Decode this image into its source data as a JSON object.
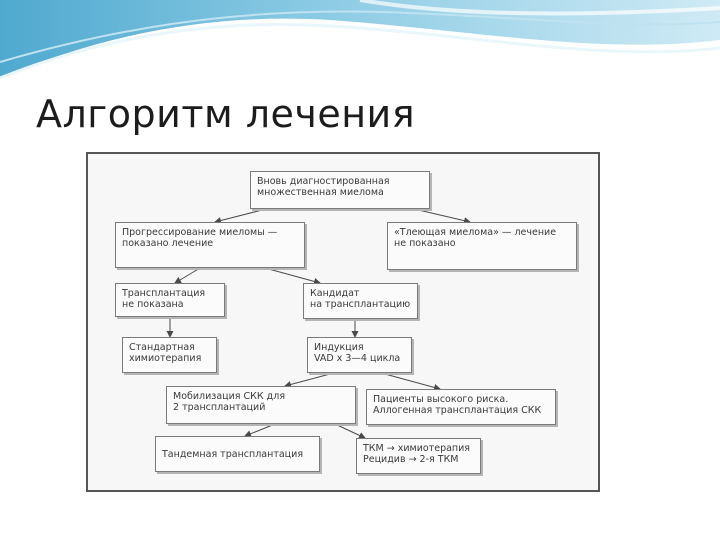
{
  "slide": {
    "title": "Алгоритм лечения"
  },
  "colors": {
    "banner_light": "#d7eef7",
    "banner_mid": "#9fd1e6",
    "banner_dark": "#5fb3d3",
    "border": "#555555"
  },
  "diagram": {
    "nodes": {
      "new_diagnosis": [
        "Вновь диагностированная",
        "множественная миелома"
      ],
      "progression": [
        "Прогрессирование миеломы —",
        "показано лечение"
      ],
      "smoldering": [
        "«Тлеющая миелома» — лечение",
        "не показано"
      ],
      "transplant_not_indicated": [
        "Трансплантация",
        "не показана"
      ],
      "transplant_candidate": [
        "Кандидат",
        "на трансплантацию"
      ],
      "standard_chemo": [
        "Стандартная",
        "химиотерапия"
      ],
      "induction": [
        "Индукция",
        "VAD x 3—4 цикла"
      ],
      "sck_mobilization": [
        "Мобилизация СКК для",
        "2 трансплантаций"
      ],
      "high_risk": [
        "Пациенты высокого риска.",
        "Аллогенная трансплантация СКК"
      ],
      "tandem": [
        "Тандемная трансплантация"
      ],
      "tkm": [
        "ТКМ → химиотерапия",
        "Рецидив → 2-я ТКМ"
      ]
    }
  }
}
